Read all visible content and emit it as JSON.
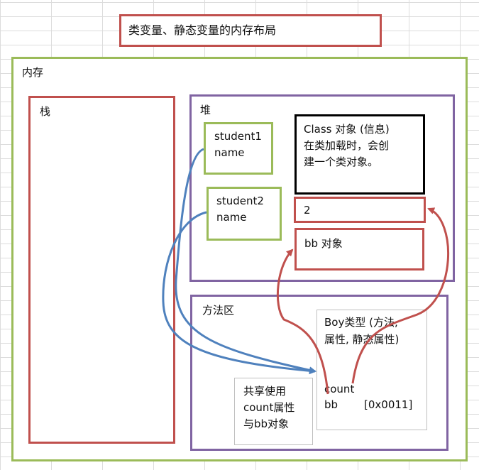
{
  "title": "类变量、静态变量的内存布局",
  "memory": {
    "label": "内存"
  },
  "stack": {
    "label": "栈"
  },
  "heap": {
    "label": "堆",
    "student1": {
      "name_line": "student1",
      "field": "name"
    },
    "student2": {
      "name_line": "student2",
      "field": "name"
    },
    "class_object": {
      "line1": "Class 对象 (信息)",
      "line2": "在类加载时，会创",
      "line3": "建一个类对象。"
    },
    "value_box": {
      "value": "2"
    },
    "bb_object": {
      "label": "bb 对象"
    }
  },
  "method_area": {
    "label": "方法区",
    "boy_type": {
      "line1": "Boy类型 (方法,",
      "line2": "属性, 静态属性)",
      "count": "count",
      "bb": "bb",
      "bb_addr": "[0x0011]"
    },
    "shared_note": {
      "line1": "共享使用",
      "line2": "count属性",
      "line3": "与bb对象"
    }
  },
  "colors": {
    "red_border": "#c0504d",
    "green_border": "#9bbb59",
    "purple_border": "#8064a2",
    "blue_arrow": "#4f81bd",
    "red_arrow": "#c0504d"
  }
}
